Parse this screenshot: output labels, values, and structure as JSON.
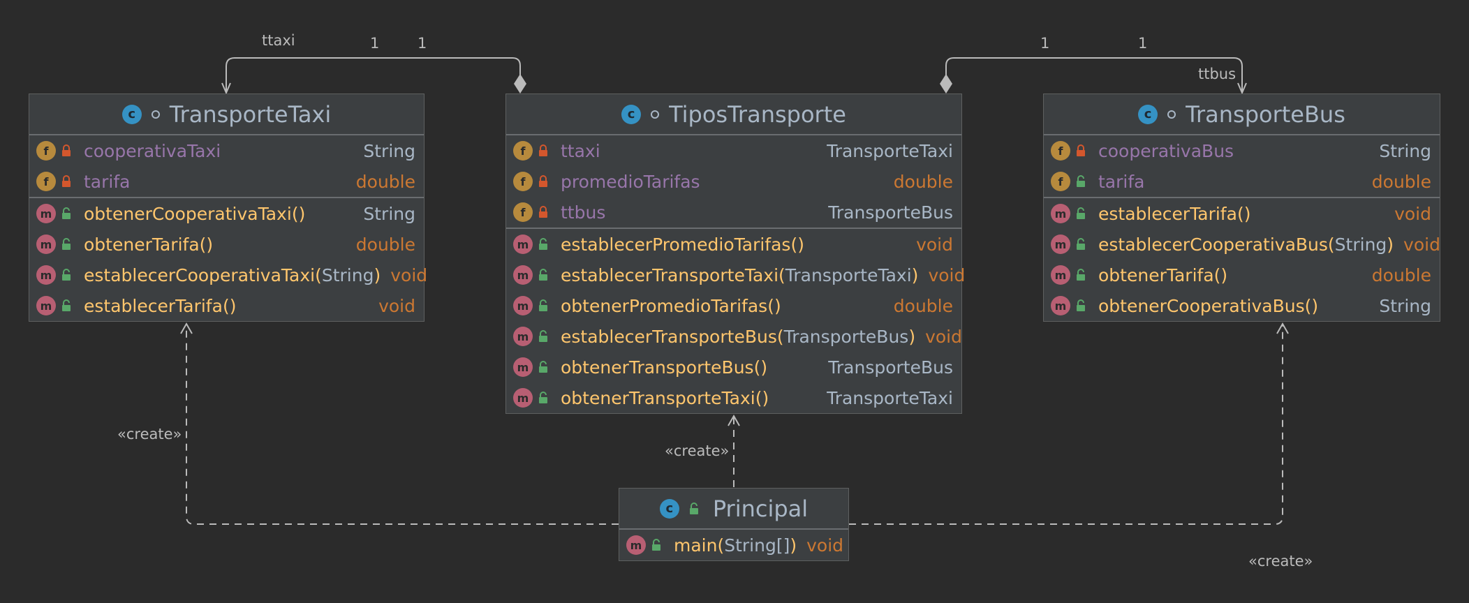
{
  "classes": {
    "taxi": {
      "name": "TransporteTaxi",
      "fields": [
        {
          "name": "cooperativaTaxi",
          "type": "String"
        },
        {
          "name": "tarifa",
          "type": "double"
        }
      ],
      "methods": [
        {
          "name": "obtenerCooperativaTaxi",
          "params": "",
          "type": "String"
        },
        {
          "name": "obtenerTarifa",
          "params": "",
          "type": "double"
        },
        {
          "name": "establecerCooperativaTaxi",
          "params": "String",
          "type": "void"
        },
        {
          "name": "establecerTarifa",
          "params": "",
          "type": "void"
        }
      ]
    },
    "tipos": {
      "name": "TiposTransporte",
      "fields": [
        {
          "name": "ttaxi",
          "type": "TransporteTaxi"
        },
        {
          "name": "promedioTarifas",
          "type": "double"
        },
        {
          "name": "ttbus",
          "type": "TransporteBus"
        }
      ],
      "methods": [
        {
          "name": "establecerPromedioTarifas",
          "params": "",
          "type": "void"
        },
        {
          "name": "establecerTransporteTaxi",
          "params": "TransporteTaxi",
          "type": "void"
        },
        {
          "name": "obtenerPromedioTarifas",
          "params": "",
          "type": "double"
        },
        {
          "name": "establecerTransporteBus",
          "params": "TransporteBus",
          "type": "void"
        },
        {
          "name": "obtenerTransporteBus",
          "params": "",
          "type": "TransporteBus"
        },
        {
          "name": "obtenerTransporteTaxi",
          "params": "",
          "type": "TransporteTaxi"
        }
      ]
    },
    "bus": {
      "name": "TransporteBus",
      "fields": [
        {
          "name": "cooperativaBus",
          "type": "String"
        },
        {
          "name": "tarifa",
          "type": "double"
        }
      ],
      "methods": [
        {
          "name": "establecerTarifa",
          "params": "",
          "type": "void"
        },
        {
          "name": "establecerCooperativaBus",
          "params": "String",
          "type": "void"
        },
        {
          "name": "obtenerTarifa",
          "params": "",
          "type": "double"
        },
        {
          "name": "obtenerCooperativaBus",
          "params": "",
          "type": "String"
        }
      ]
    },
    "principal": {
      "name": "Principal",
      "fields": [],
      "methods": [
        {
          "name": "main",
          "params": "String[]",
          "type": "void"
        }
      ]
    }
  },
  "labels": {
    "ttaxi": "ttaxi",
    "ttbus": "ttbus",
    "mult_taxi_a": "1",
    "mult_taxi_b": "1",
    "mult_bus_a": "1",
    "mult_bus_b": "1",
    "create_taxi": "«create»",
    "create_tipos": "«create»",
    "create_bus": "«create»"
  },
  "colors": {
    "background": "#2b2b2b",
    "box": "#3c3f41",
    "field_name": "#9876aa",
    "method_name": "#ffc66d",
    "primitive_type": "#cc7832",
    "class_icon": "#3592c4",
    "field_badge": "#b78a3d",
    "method_badge": "#b85f73"
  },
  "icons": {
    "class": "class-icon",
    "field": "field-icon",
    "method": "method-icon",
    "private": "lock-closed-icon",
    "public": "lock-open-icon"
  }
}
